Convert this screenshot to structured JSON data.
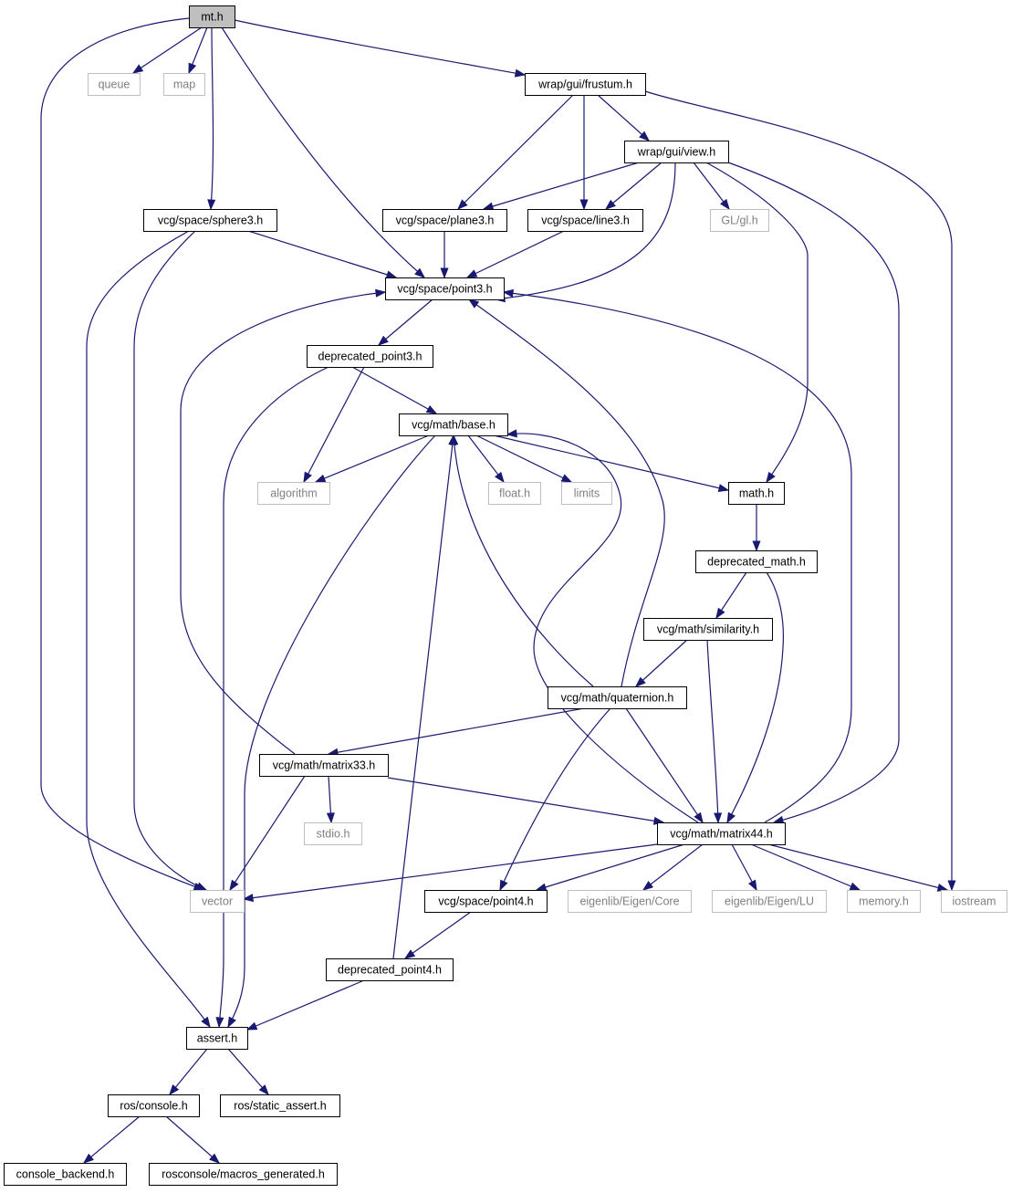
{
  "colors": {
    "edge": "#191970",
    "root_fill": "#bfbfbf",
    "local_border": "#000000",
    "system_border": "#bfbfbf",
    "system_text": "#808080"
  },
  "nodes": [
    {
      "id": "mt",
      "label": "mt.h",
      "kind": "root"
    },
    {
      "id": "queue",
      "label": "queue",
      "kind": "system"
    },
    {
      "id": "map",
      "label": "map",
      "kind": "system"
    },
    {
      "id": "frustum",
      "label": "wrap/gui/frustum.h",
      "kind": "local"
    },
    {
      "id": "view",
      "label": "wrap/gui/view.h",
      "kind": "local"
    },
    {
      "id": "sphere3",
      "label": "vcg/space/sphere3.h",
      "kind": "local"
    },
    {
      "id": "plane3",
      "label": "vcg/space/plane3.h",
      "kind": "local"
    },
    {
      "id": "line3",
      "label": "vcg/space/line3.h",
      "kind": "local"
    },
    {
      "id": "gl",
      "label": "GL/gl.h",
      "kind": "system"
    },
    {
      "id": "point3",
      "label": "vcg/space/point3.h",
      "kind": "local"
    },
    {
      "id": "dpoint3",
      "label": "deprecated_point3.h",
      "kind": "local"
    },
    {
      "id": "base",
      "label": "vcg/math/base.h",
      "kind": "local"
    },
    {
      "id": "algorithm",
      "label": "algorithm",
      "kind": "system"
    },
    {
      "id": "float",
      "label": "float.h",
      "kind": "system"
    },
    {
      "id": "limits",
      "label": "limits",
      "kind": "system"
    },
    {
      "id": "math",
      "label": "math.h",
      "kind": "local"
    },
    {
      "id": "dmath",
      "label": "deprecated_math.h",
      "kind": "local"
    },
    {
      "id": "similarity",
      "label": "vcg/math/similarity.h",
      "kind": "local"
    },
    {
      "id": "quaternion",
      "label": "vcg/math/quaternion.h",
      "kind": "local"
    },
    {
      "id": "matrix33",
      "label": "vcg/math/matrix33.h",
      "kind": "local"
    },
    {
      "id": "stdio",
      "label": "stdio.h",
      "kind": "system"
    },
    {
      "id": "matrix44",
      "label": "vcg/math/matrix44.h",
      "kind": "local"
    },
    {
      "id": "vector",
      "label": "vector",
      "kind": "system"
    },
    {
      "id": "point4",
      "label": "vcg/space/point4.h",
      "kind": "local"
    },
    {
      "id": "core",
      "label": "eigenlib/Eigen/Core",
      "kind": "system"
    },
    {
      "id": "lu",
      "label": "eigenlib/Eigen/LU",
      "kind": "system"
    },
    {
      "id": "memory",
      "label": "memory.h",
      "kind": "system"
    },
    {
      "id": "iostream",
      "label": "iostream",
      "kind": "system"
    },
    {
      "id": "dpoint4",
      "label": "deprecated_point4.h",
      "kind": "local"
    },
    {
      "id": "assert",
      "label": "assert.h",
      "kind": "local"
    },
    {
      "id": "console",
      "label": "ros/console.h",
      "kind": "local"
    },
    {
      "id": "static_assert",
      "label": "ros/static_assert.h",
      "kind": "local"
    },
    {
      "id": "console_backend",
      "label": "console_backend.h",
      "kind": "local"
    },
    {
      "id": "macros",
      "label": "rosconsole/macros_generated.h",
      "kind": "local"
    }
  ],
  "edges": [
    [
      "mt",
      "queue"
    ],
    [
      "mt",
      "map"
    ],
    [
      "mt",
      "frustum"
    ],
    [
      "mt",
      "sphere3"
    ],
    [
      "mt",
      "point3"
    ],
    [
      "mt",
      "vector"
    ],
    [
      "frustum",
      "view"
    ],
    [
      "frustum",
      "plane3"
    ],
    [
      "frustum",
      "line3"
    ],
    [
      "frustum",
      "iostream"
    ],
    [
      "view",
      "plane3"
    ],
    [
      "view",
      "line3"
    ],
    [
      "view",
      "gl"
    ],
    [
      "view",
      "point3"
    ],
    [
      "view",
      "math"
    ],
    [
      "view",
      "matrix44"
    ],
    [
      "sphere3",
      "point3"
    ],
    [
      "sphere3",
      "vector"
    ],
    [
      "sphere3",
      "assert"
    ],
    [
      "plane3",
      "point3"
    ],
    [
      "line3",
      "point3"
    ],
    [
      "point3",
      "dpoint3"
    ],
    [
      "dpoint3",
      "base"
    ],
    [
      "dpoint3",
      "algorithm"
    ],
    [
      "dpoint3",
      "assert"
    ],
    [
      "base",
      "algorithm"
    ],
    [
      "base",
      "float"
    ],
    [
      "base",
      "limits"
    ],
    [
      "base",
      "math"
    ],
    [
      "base",
      "assert"
    ],
    [
      "math",
      "dmath"
    ],
    [
      "dmath",
      "similarity"
    ],
    [
      "dmath",
      "matrix44"
    ],
    [
      "similarity",
      "quaternion"
    ],
    [
      "similarity",
      "matrix44"
    ],
    [
      "quaternion",
      "point3"
    ],
    [
      "quaternion",
      "base"
    ],
    [
      "quaternion",
      "matrix33"
    ],
    [
      "quaternion",
      "matrix44"
    ],
    [
      "quaternion",
      "point4"
    ],
    [
      "matrix33",
      "point3"
    ],
    [
      "matrix33",
      "stdio"
    ],
    [
      "matrix33",
      "matrix44"
    ],
    [
      "matrix33",
      "vector"
    ],
    [
      "matrix44",
      "point3"
    ],
    [
      "matrix44",
      "base"
    ],
    [
      "matrix44",
      "vector"
    ],
    [
      "matrix44",
      "point4"
    ],
    [
      "matrix44",
      "core"
    ],
    [
      "matrix44",
      "lu"
    ],
    [
      "matrix44",
      "memory"
    ],
    [
      "matrix44",
      "iostream"
    ],
    [
      "point4",
      "dpoint4"
    ],
    [
      "dpoint4",
      "base"
    ],
    [
      "dpoint4",
      "assert"
    ],
    [
      "assert",
      "console"
    ],
    [
      "assert",
      "static_assert"
    ],
    [
      "console",
      "console_backend"
    ],
    [
      "console",
      "macros"
    ]
  ]
}
